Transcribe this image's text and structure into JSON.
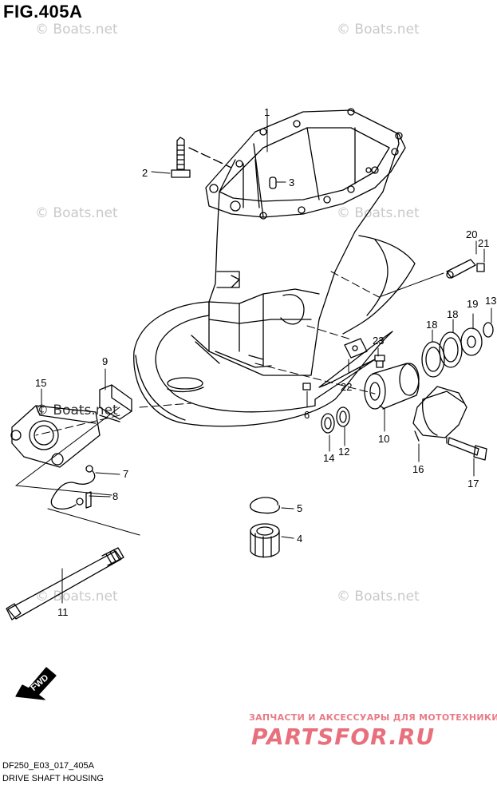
{
  "figure": {
    "title": "FIG.405A"
  },
  "watermark": {
    "text": "© Boats.net"
  },
  "footer": {
    "model_code": "DF250_E03_017_405A",
    "section_name": "DRIVE SHAFT HOUSING"
  },
  "promo": {
    "line1": "ЗАПЧАСТИ И АКСЕССУАРЫ ДЛЯ МОТОТЕХНИКИ",
    "line2": "PARTSFOR.RU",
    "color": "#e8707d"
  },
  "fwd_label": "FWD",
  "callouts": [
    "1",
    "2",
    "3",
    "4",
    "5",
    "6",
    "7",
    "8",
    "9",
    "10",
    "11",
    "12",
    "13",
    "14",
    "15",
    "16",
    "17",
    "18",
    "18",
    "19",
    "20",
    "21",
    "22",
    "23"
  ]
}
